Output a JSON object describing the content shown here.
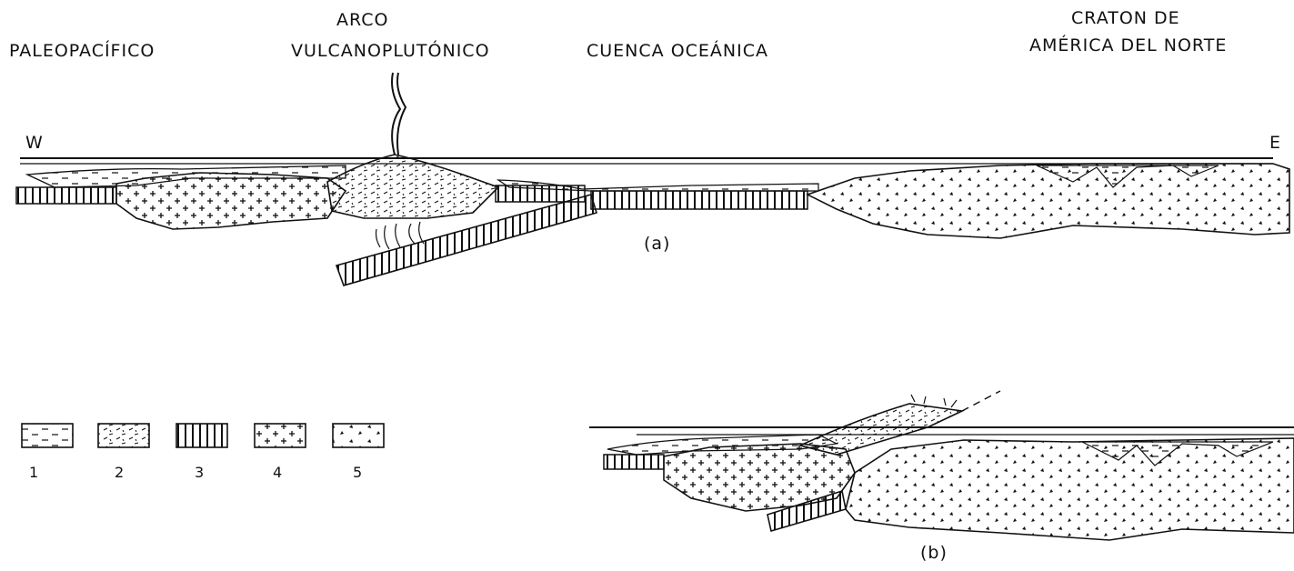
{
  "labels": {
    "paleopacific": "PALEOPACÍFICO",
    "arc_line1": "ARCO",
    "arc_line2": "VULCANOPLUTÓNICO",
    "basin": "CUENCA OCEÁNICA",
    "craton_line1": "CRATON DE",
    "craton_line2": "AMÉRICA DEL NORTE",
    "west": "W",
    "east": "E",
    "panel_a": "(a)",
    "panel_b": "(b)"
  },
  "legend": [
    {
      "number": "1",
      "pattern": "dashes"
    },
    {
      "number": "2",
      "pattern": "fine-dashes"
    },
    {
      "number": "3",
      "pattern": "vertical-bars"
    },
    {
      "number": "4",
      "pattern": "crosses"
    },
    {
      "number": "5",
      "pattern": "triangles"
    }
  ]
}
